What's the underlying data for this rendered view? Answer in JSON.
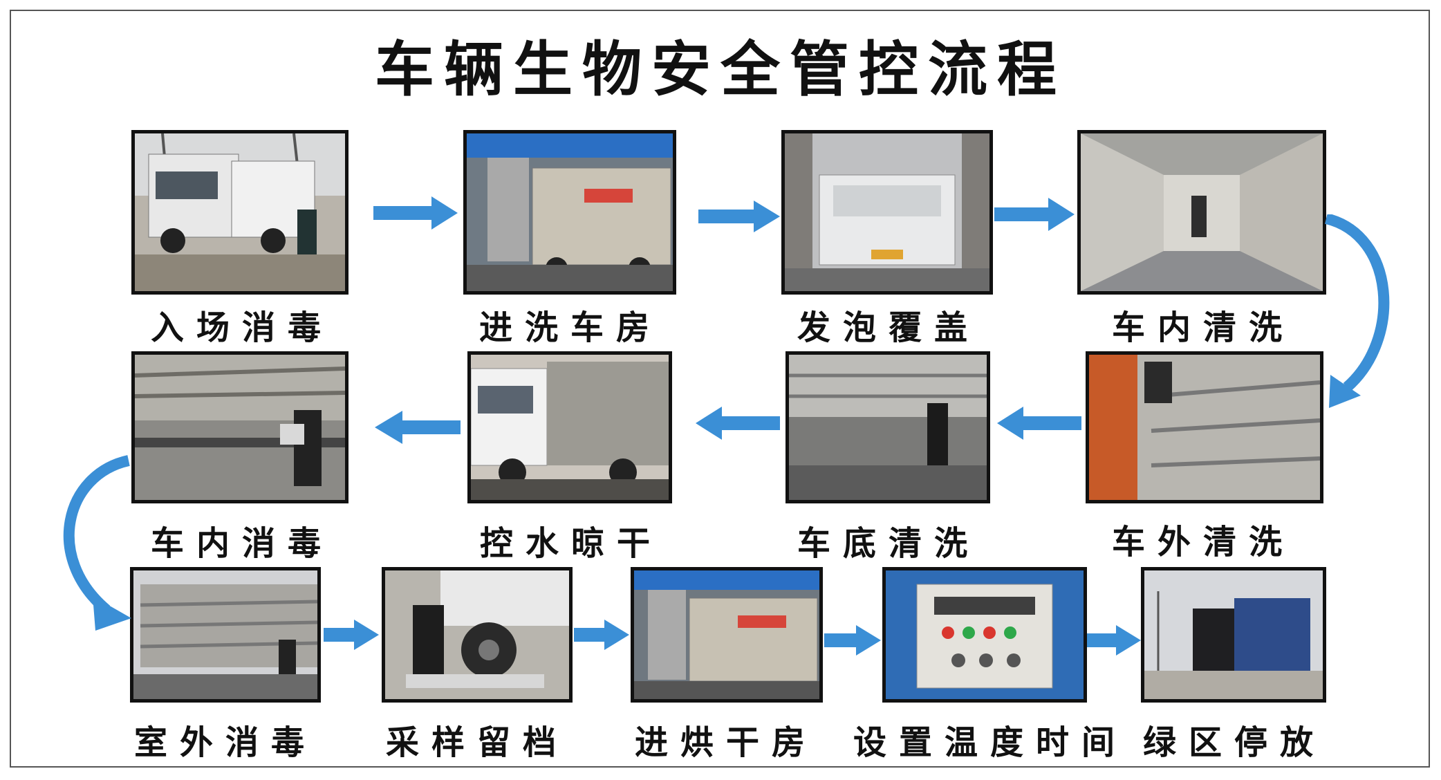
{
  "title": "车辆生物安全管控流程",
  "colors": {
    "arrow": "#3b8fd6",
    "border": "#111111"
  },
  "steps": [
    {
      "label": "入场消毒"
    },
    {
      "label": "进洗车房"
    },
    {
      "label": "发泡覆盖"
    },
    {
      "label": "车内清洗"
    },
    {
      "label": "车外清洗"
    },
    {
      "label": "车底清洗"
    },
    {
      "label": "控水晾干"
    },
    {
      "label": "车内消毒"
    },
    {
      "label": "室外消毒"
    },
    {
      "label": "采样留档"
    },
    {
      "label": "进烘干房"
    },
    {
      "label": "设置温度时间"
    },
    {
      "label": "绿区停放"
    }
  ]
}
